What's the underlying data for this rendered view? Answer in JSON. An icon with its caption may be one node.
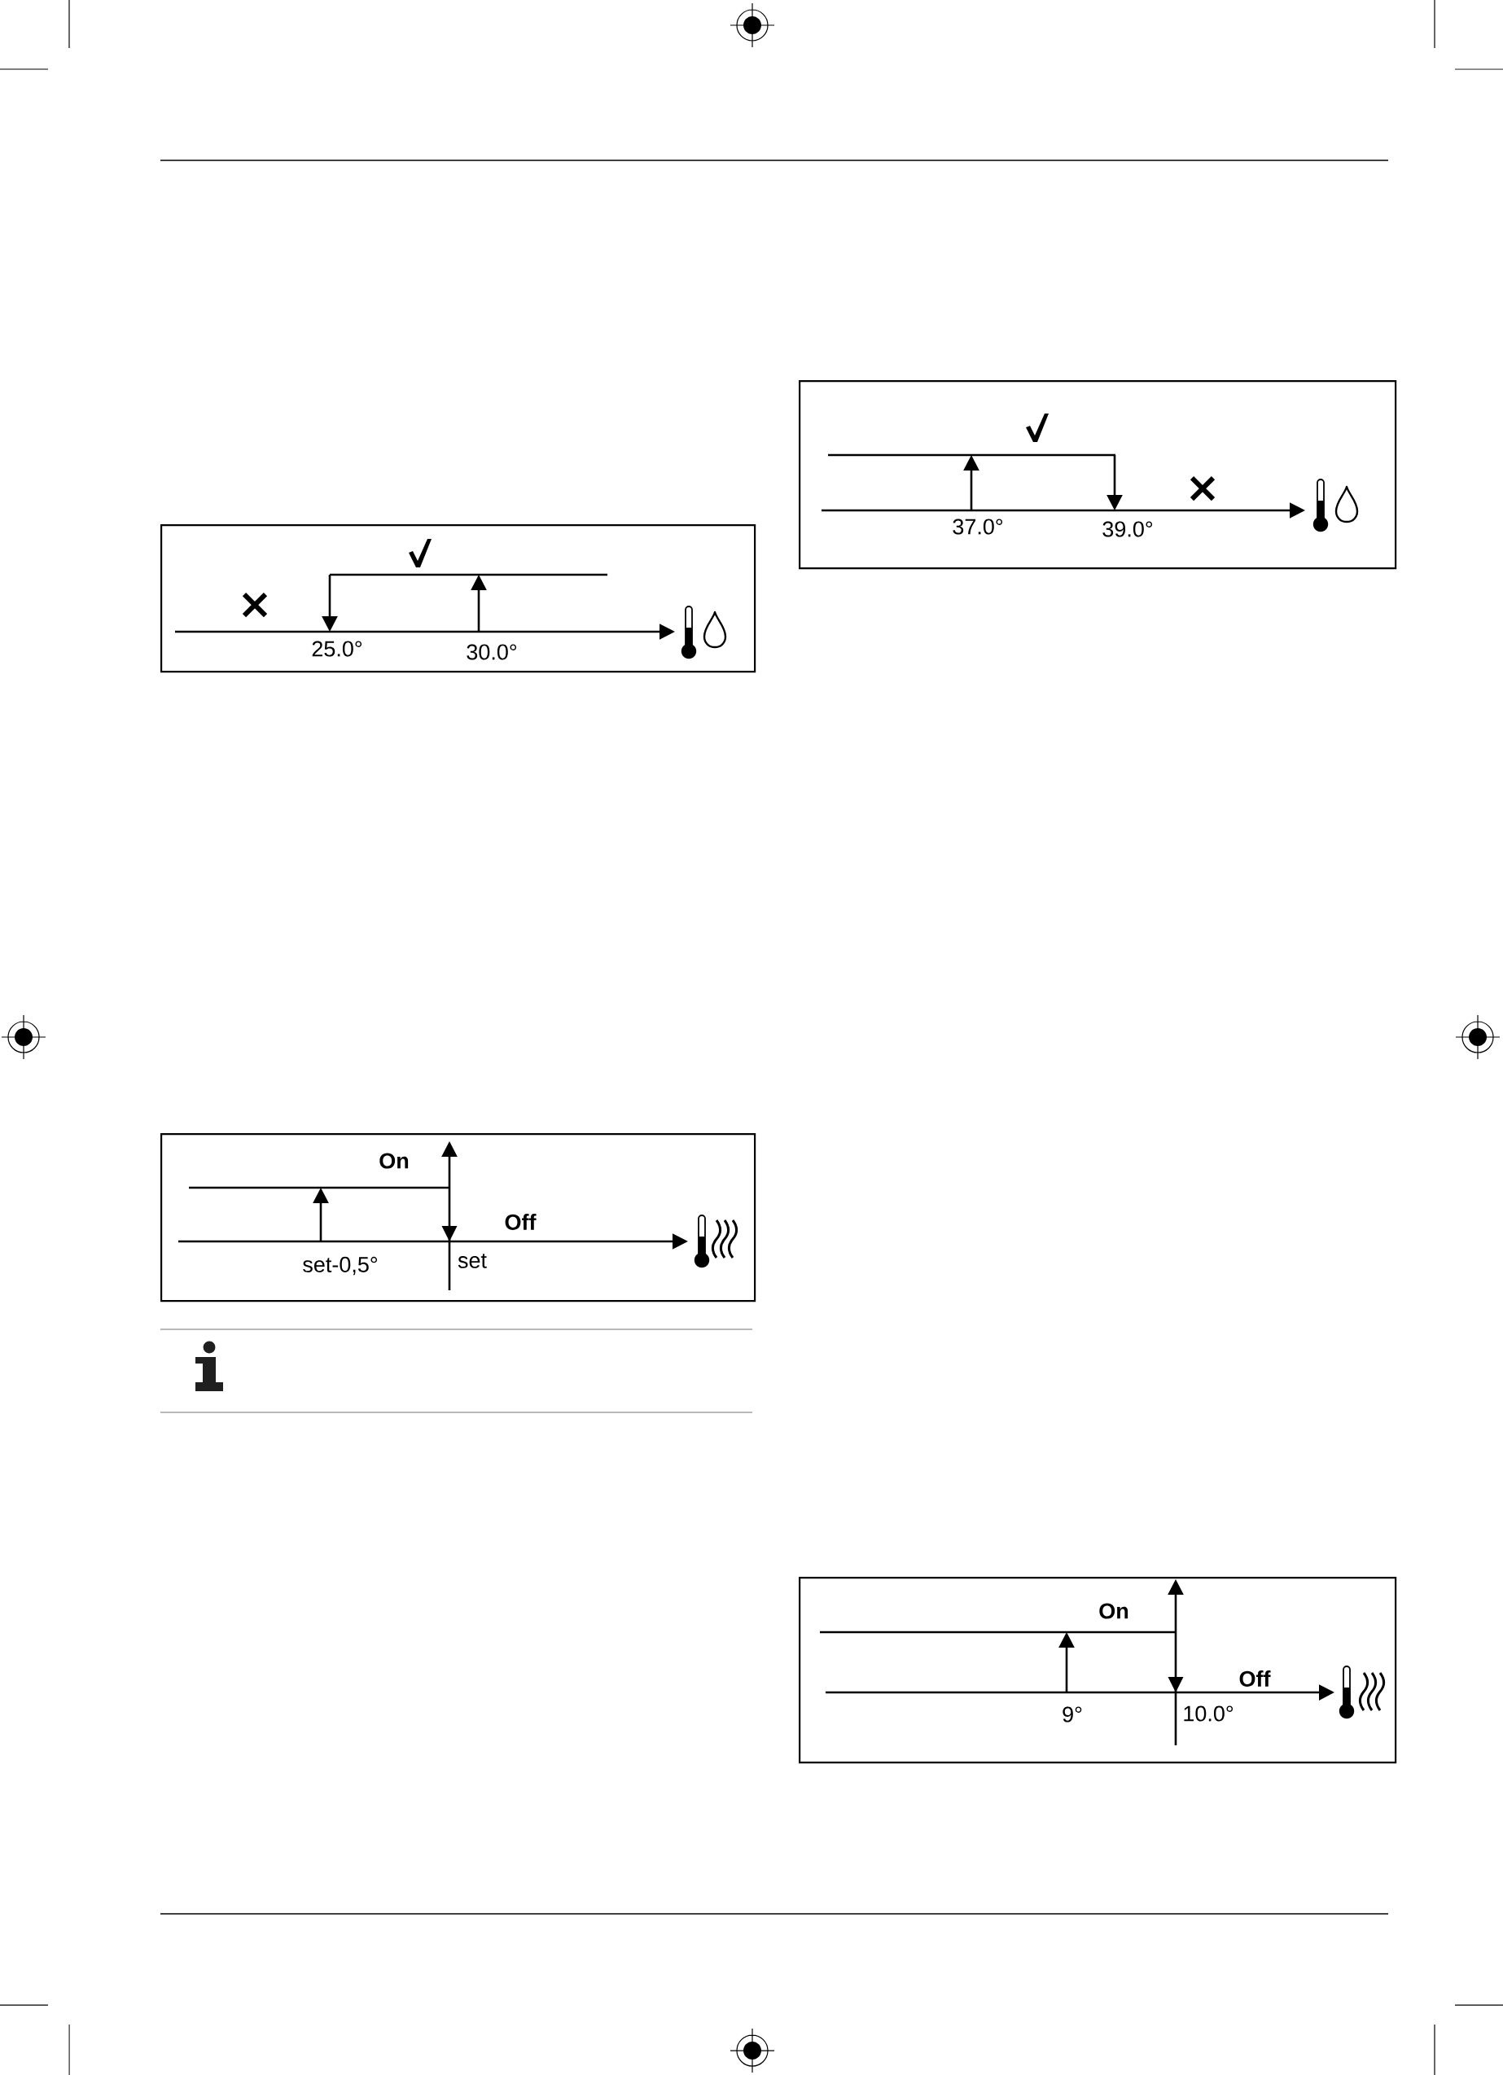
{
  "diagram": {
    "nodes": [
      {
        "text": [
          "25.0°",
          "30.0°"
        ]
      },
      {
        "text": [
          "On",
          "Off",
          "set-0,5°",
          "set"
        ]
      },
      {
        "text": [
          "37.0°",
          "39.0°"
        ]
      },
      {
        "text": [
          "On",
          "Off",
          "9°",
          "10.0°"
        ]
      }
    ]
  }
}
